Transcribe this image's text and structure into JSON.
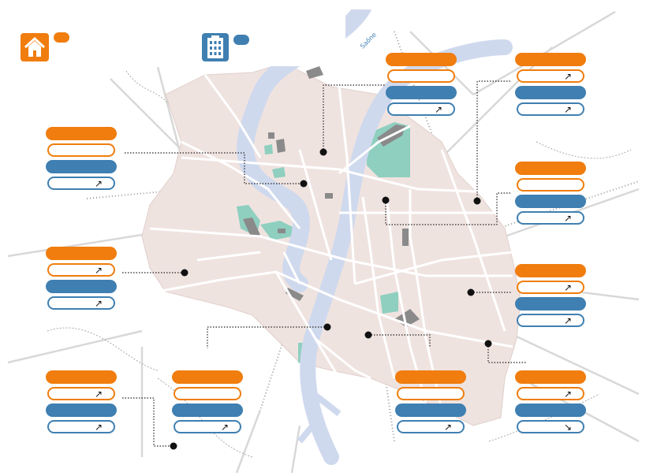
{
  "map": {
    "river_label": "Saône",
    "colors": {
      "orange": "#f07d0e",
      "blue": "#3f7fb1",
      "river": "#cfd9ee",
      "city": "#efe3e0",
      "park": "#8fcfbf",
      "road": "#ffffff"
    }
  },
  "legend": {
    "home_icon": "house-icon",
    "building_icon": "office-building-icon"
  },
  "groups": [
    {
      "id": "g1",
      "arrows": [
        "",
        "",
        "",
        "↗"
      ]
    },
    {
      "id": "g2",
      "arrows": [
        "",
        "↗",
        "",
        "↗"
      ]
    },
    {
      "id": "g3",
      "arrows": [
        "",
        "↗",
        "",
        "↗"
      ]
    },
    {
      "id": "g4",
      "arrows": [
        "",
        "",
        "",
        "↗"
      ]
    },
    {
      "id": "g5",
      "arrows": [
        "",
        "",
        "",
        "↗"
      ]
    },
    {
      "id": "g6",
      "arrows": [
        "",
        "↗",
        "",
        "↗"
      ]
    },
    {
      "id": "g7",
      "arrows": [
        "",
        "↗",
        "",
        "↗"
      ]
    },
    {
      "id": "g8",
      "arrows": [
        "",
        "",
        "",
        "↗"
      ]
    },
    {
      "id": "g9",
      "arrows": [
        "",
        "",
        "",
        "↗"
      ]
    },
    {
      "id": "g10",
      "arrows": [
        "",
        "↗",
        "",
        "↘"
      ]
    }
  ]
}
